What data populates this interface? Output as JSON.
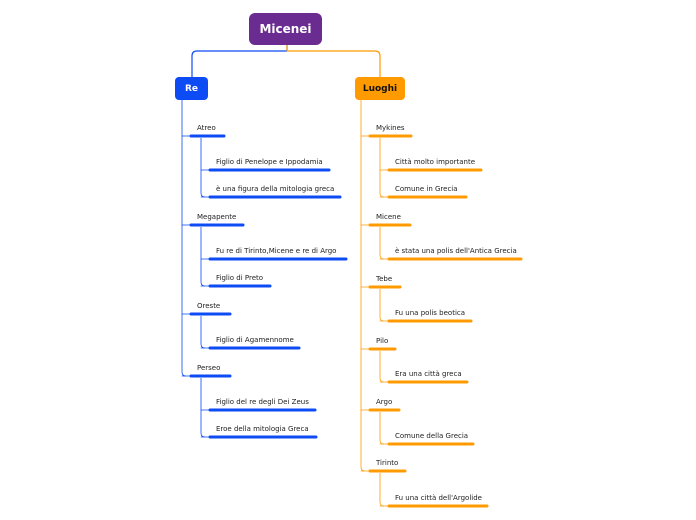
{
  "root": {
    "label": "Micenei",
    "color": "#6a2c91"
  },
  "branches": [
    {
      "key": "re",
      "label": "Re",
      "color": "#0d4bf5",
      "children": [
        {
          "label": "Atreo",
          "children": [
            "Figlio di Penelope e Ippodamia",
            "è una figura della mitologia greca"
          ]
        },
        {
          "label": "Megapente",
          "children": [
            "Fu re di Tirinto,Micene e re di Argo",
            "Figlio di Preto"
          ]
        },
        {
          "label": "Oreste",
          "children": [
            "Figlio di Agamennome"
          ]
        },
        {
          "label": "Perseo",
          "children": [
            "Figlio del re degli Dei Zeus",
            "Eroe  della mitologia Greca"
          ]
        }
      ]
    },
    {
      "key": "luoghi",
      "label": "Luoghi",
      "color": "#ff9b00",
      "children": [
        {
          "label": "Mykines",
          "children": [
            "Città molto importante",
            "Comune in Grecia"
          ]
        },
        {
          "label": "Micene",
          "children": [
            "è stata una polis dell'Antica Grecia"
          ]
        },
        {
          "label": "Tebe",
          "children": [
            "Fu una polis beotica"
          ]
        },
        {
          "label": "Pilo",
          "children": [
            "Era una città greca"
          ]
        },
        {
          "label": "Argo",
          "children": [
            "Comune della Grecia"
          ]
        },
        {
          "label": "Tirinto",
          "children": [
            "Fu una città dell'Argolide"
          ]
        }
      ]
    }
  ]
}
